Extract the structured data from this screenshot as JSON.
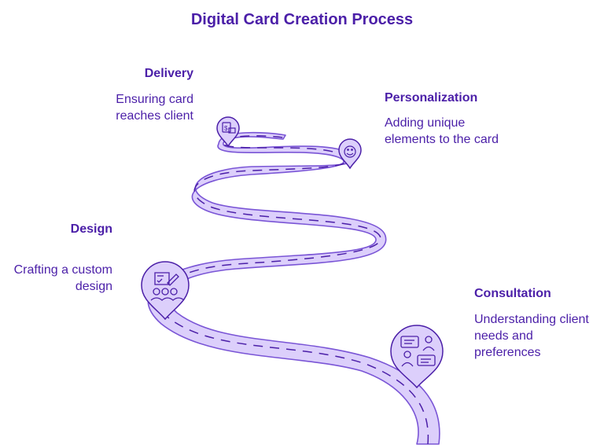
{
  "title": "Digital Card Creation Process",
  "colors": {
    "road_fill": "#DCCFFB",
    "road_stroke": "#7A55D6",
    "text": "#4B1FA8"
  },
  "steps": [
    {
      "id": "delivery",
      "title": "Delivery",
      "desc_lines": [
        "Ensuring card",
        "reaches client"
      ],
      "icon": "package-delivery-icon"
    },
    {
      "id": "personalization",
      "title": "Personalization",
      "desc_lines": [
        "Adding unique",
        "elements to the card"
      ],
      "icon": "sticker-icon"
    },
    {
      "id": "design",
      "title": "Design",
      "desc_lines": [
        "Crafting a custom",
        "design"
      ],
      "icon": "design-team-icon"
    },
    {
      "id": "consultation",
      "title": "Consultation",
      "desc_lines": [
        "Understanding client",
        "needs and",
        "preferences"
      ],
      "icon": "chat-consultation-icon"
    }
  ]
}
